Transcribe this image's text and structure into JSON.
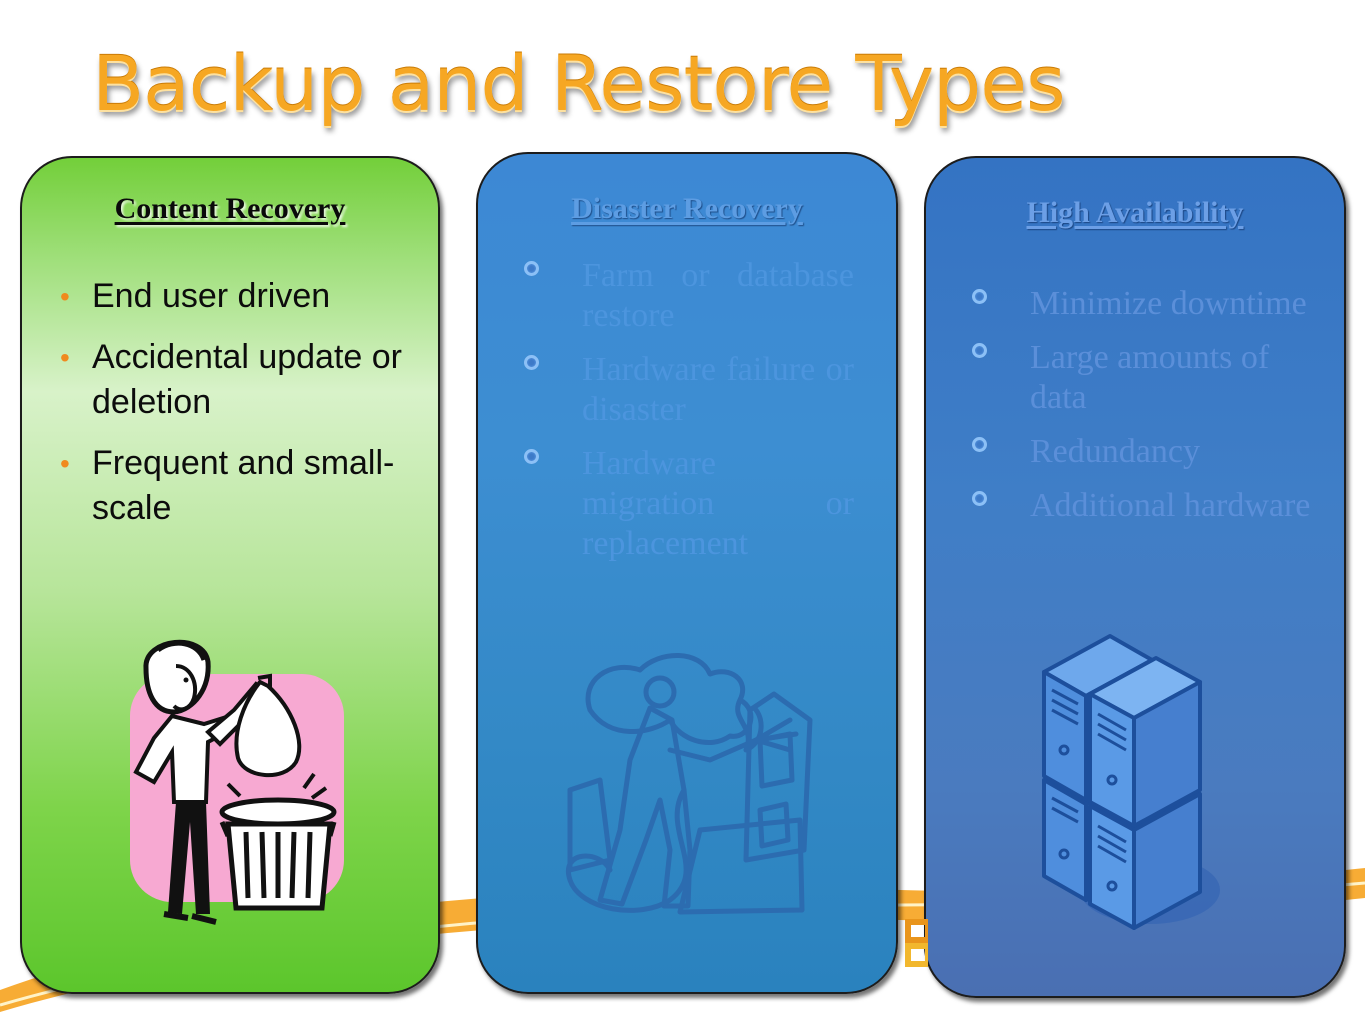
{
  "slide": {
    "title": "Backup and Restore Types"
  },
  "panels": [
    {
      "heading": "Content Recovery",
      "bullets": [
        "End user driven",
        "Accidental update or deletion",
        "Frequent and small-scale"
      ]
    },
    {
      "heading": "Disaster Recovery",
      "bullets": [
        "Farm or database restore",
        "Hardware failure or disaster",
        "Hardware migration or replacement"
      ]
    },
    {
      "heading": "High Availability",
      "bullets": [
        "Minimize downtime",
        "Large amounts of data",
        "Redundancy",
        "Additional hardware"
      ]
    }
  ],
  "colors": {
    "title": "#f6a723",
    "content_panel": "#6cc93a",
    "disaster_panel": "#3a8bd0",
    "ha_panel": "#4577c2",
    "bullet_accent": "#f08a1e"
  },
  "icons": {
    "content": "woman-trash-bin-clipart",
    "disaster": "firefighter-hose-clipart",
    "ha": "server-stack-icon",
    "logo": "office-logo-icon"
  }
}
